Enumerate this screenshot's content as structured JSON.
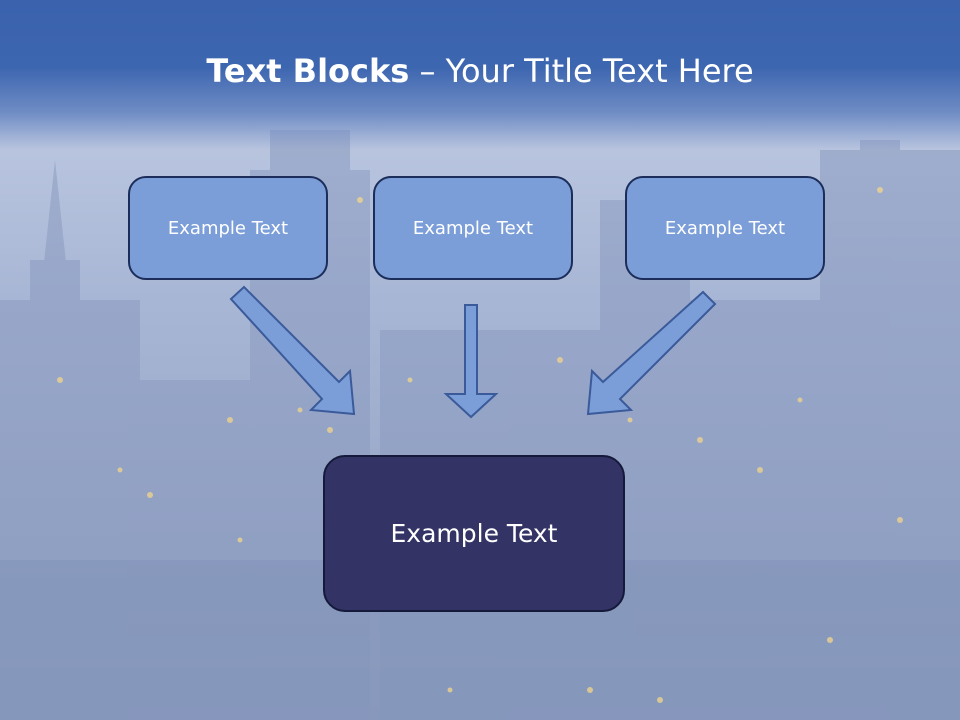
{
  "title": {
    "bold_part": "Text Blocks",
    "rest": " – Your Title Text Here"
  },
  "top_boxes": [
    {
      "label": "Example Text"
    },
    {
      "label": "Example Text"
    },
    {
      "label": "Example Text"
    }
  ],
  "bottom_box": {
    "label": "Example Text"
  },
  "colors": {
    "title_band": "#3a62ad",
    "small_box_fill": "#7b9ed8",
    "big_box_fill": "#333366",
    "arrow_fill": "#7b9ed8",
    "outline": "#1c2d5a"
  }
}
